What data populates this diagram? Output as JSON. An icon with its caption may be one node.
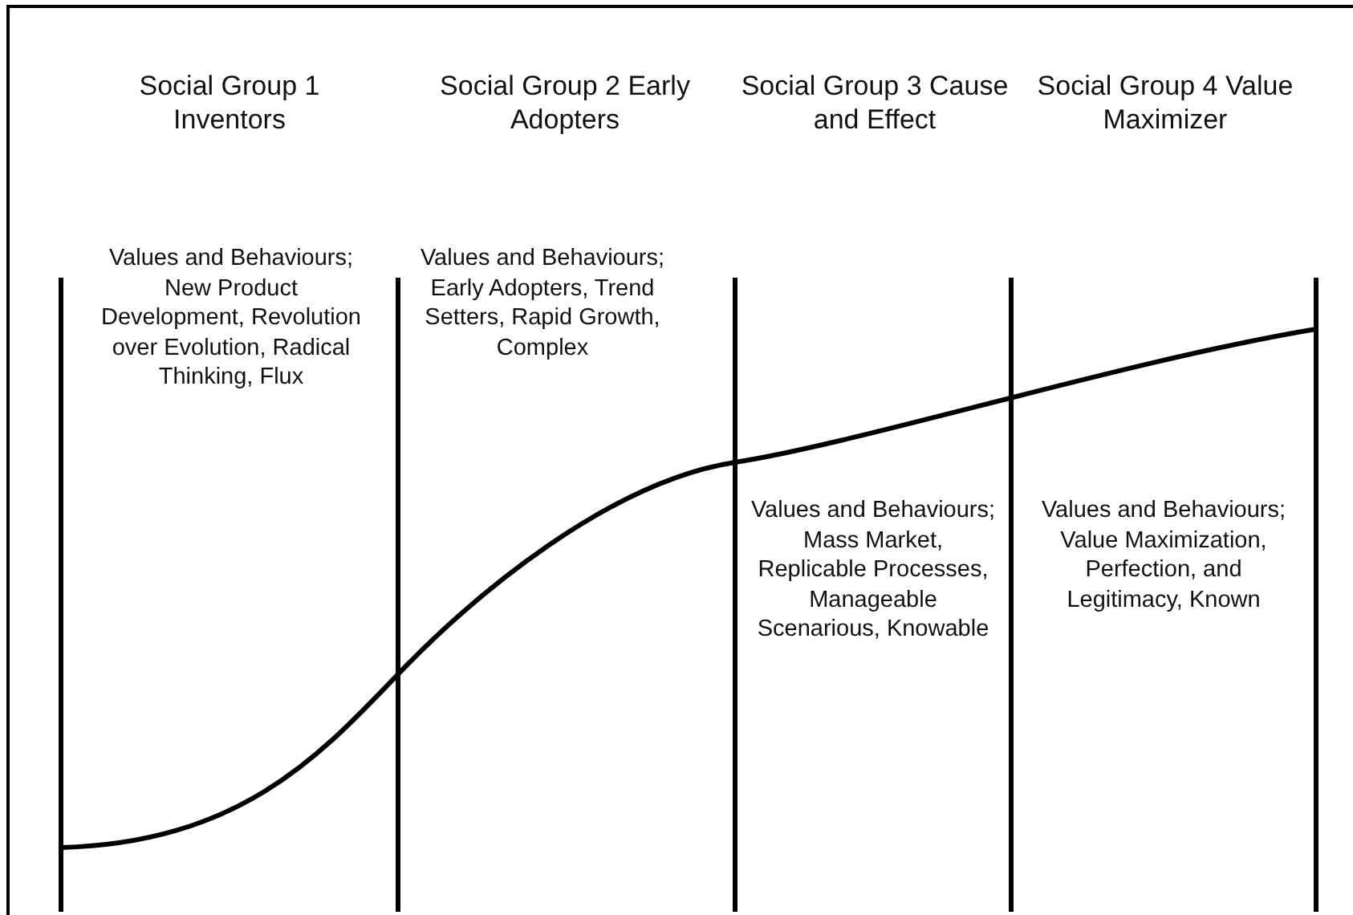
{
  "diagram": {
    "labels": [
      "Social Group 1 Inventors",
      "Social Group 2 Early Adopters",
      "Social Group 3 Cause and Effect",
      "Social Group 4 Value Maximizer",
      "Values and Behaviours; New Product Development, Revolution over Evolution, Radical Thinking, Flux",
      "Values and Behaviours; Early Adopters, Trend Setters, Rapid Growth, Complex",
      "Values and Behaviours; Mass Market, Replicable Processes, Manageable Scenarious, Knowable",
      "Values and Behaviours; Value Maximization, Perfection, and Legitimacy, Known"
    ]
  }
}
